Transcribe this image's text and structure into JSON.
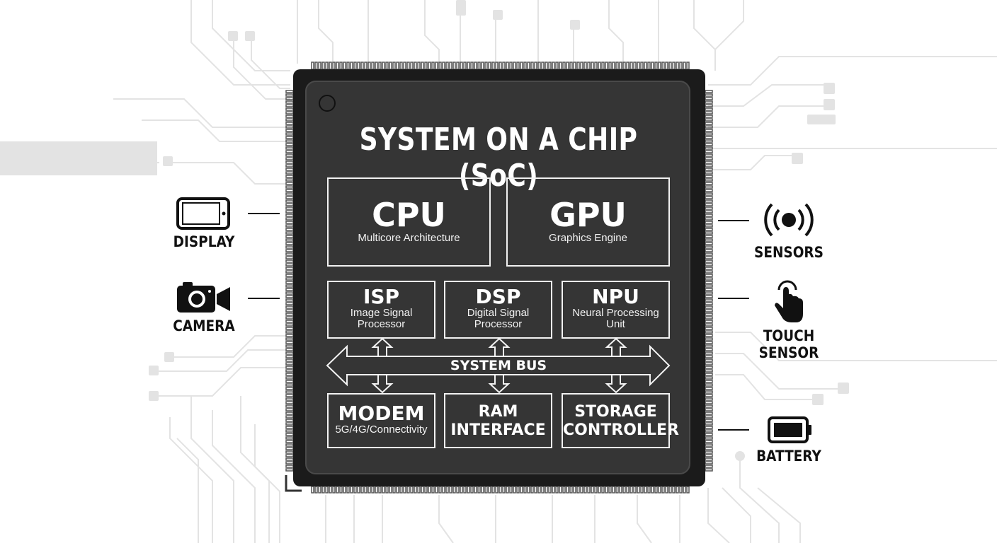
{
  "chip": {
    "title": "SYSTEM ON A CHIP (SoC)",
    "bus_label": "SYSTEM BUS",
    "blocks": {
      "cpu": {
        "title": "CPU",
        "subtitle": "Multicore Architecture"
      },
      "gpu": {
        "title": "GPU",
        "subtitle": "Graphics Engine"
      },
      "isp": {
        "title": "ISP",
        "line1": "Image Signal",
        "line2": "Processor"
      },
      "dsp": {
        "title": "DSP",
        "line1": "Digital Signal",
        "line2": "Processor"
      },
      "npu": {
        "title": "NPU",
        "line1": "Neural Processing",
        "line2": "Unit"
      },
      "modem": {
        "title": "MODEM",
        "subtitle": "5G/4G/Connectivity"
      },
      "ram": {
        "line1": "RAM",
        "line2": "INTERFACE"
      },
      "storage": {
        "line1": "STORAGE",
        "line2": "CONTROLLER"
      }
    }
  },
  "peripherals": {
    "display": "DISPLAY",
    "camera": "CAMERA",
    "sensors": "SENSORS",
    "touch": "TOUCH SENSOR",
    "battery": "BATTERY"
  },
  "icons": {
    "display": "phone-landscape-icon",
    "camera": "video-camera-icon",
    "sensors": "wireless-signal-icon",
    "touch": "finger-tap-icon",
    "battery": "battery-icon"
  },
  "colors": {
    "chip_body": "#1b1b1b",
    "chip_face": "#333333",
    "outline": "#f2f2f2",
    "trace": "#e3e3e3"
  }
}
